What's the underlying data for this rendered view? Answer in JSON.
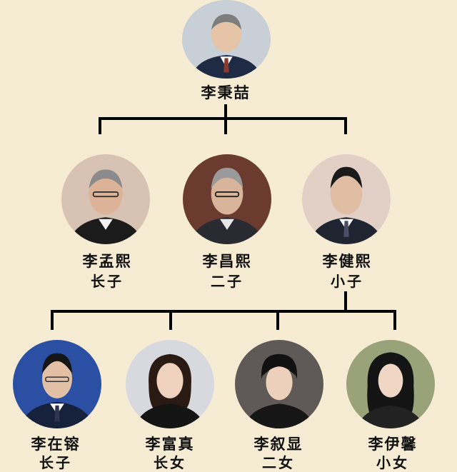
{
  "founder": {
    "name": "李秉喆",
    "bg": "#c9cfd6",
    "suit": "#1f2a44"
  },
  "sons": [
    {
      "name": "李孟熙",
      "role": "长子",
      "bg": "#d8c2b4",
      "suit": "#1b1b1b"
    },
    {
      "name": "李昌熙",
      "role": "二子",
      "bg": "#6b3b2f",
      "suit": "#2a2a33"
    },
    {
      "name": "李健熙",
      "role": "小子",
      "bg": "#e2d0c6",
      "suit": "#1f2530"
    }
  ],
  "grandchildren": [
    {
      "name": "李在镕",
      "role": "长子",
      "bg": "#2b4fa3",
      "suit": "#16223c"
    },
    {
      "name": "李富真",
      "role": "长女",
      "bg": "#d7d9de",
      "suit": "#141414"
    },
    {
      "name": "李叙显",
      "role": "二女",
      "bg": "#5f5a57",
      "suit": "#161616"
    },
    {
      "name": "李伊馨",
      "role": "小女",
      "bg": "#9aa27a",
      "suit": "#222222"
    }
  ],
  "colors": {
    "background": "#f6ecd3",
    "lines": "#000000",
    "text": "#111111"
  }
}
